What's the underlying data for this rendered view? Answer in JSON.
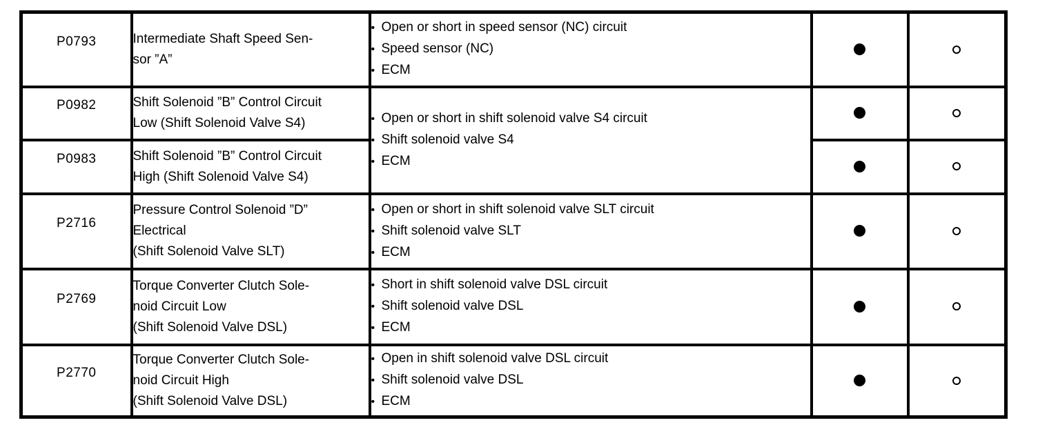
{
  "page": {
    "background_color": "#ffffff",
    "border_color": "#000000"
  },
  "table": {
    "bullet_char": "•",
    "icons": {
      "filled_circle": "●",
      "open_circle": "○"
    },
    "rows": [
      {
        "code": "P0793",
        "description_lines": [
          "Intermediate Shaft Speed Sen-",
          "sor ”A”"
        ],
        "trouble_areas": [
          "Open or short in speed sensor (NC) circuit",
          "Speed sensor (NC)",
          "ECM"
        ],
        "indicator_left": "filled-circle",
        "indicator_right": "open-circle"
      },
      {
        "code": "P0982",
        "description_lines": [
          "Shift Solenoid ”B” Control Circuit",
          "Low (Shift Solenoid Valve S4)"
        ],
        "trouble_areas": [
          "Open or short in shift solenoid valve S4 circuit",
          "Shift solenoid valve S4",
          "ECM"
        ],
        "trouble_areas_shared_with_next_row": true,
        "indicator_left": "filled-circle",
        "indicator_right": "open-circle"
      },
      {
        "code": "P0983",
        "description_lines": [
          "Shift Solenoid ”B” Control Circuit",
          "High (Shift Solenoid Valve S4)"
        ],
        "indicator_left": "filled-circle",
        "indicator_right": "open-circle"
      },
      {
        "code": "P2716",
        "description_lines": [
          "Pressure Control Solenoid ”D”",
          "Electrical",
          "(Shift Solenoid Valve SLT)"
        ],
        "trouble_areas": [
          "Open or short in shift solenoid valve SLT circuit",
          "Shift solenoid valve SLT",
          "ECM"
        ],
        "indicator_left": "filled-circle",
        "indicator_right": "open-circle"
      },
      {
        "code": "P2769",
        "description_lines": [
          "Torque Converter Clutch Sole-",
          "noid Circuit Low",
          "(Shift Solenoid Valve DSL)"
        ],
        "trouble_areas": [
          "Short in shift solenoid valve DSL circuit",
          "Shift solenoid valve DSL",
          "ECM"
        ],
        "indicator_left": "filled-circle",
        "indicator_right": "open-circle"
      },
      {
        "code": "P2770",
        "description_lines": [
          "Torque Converter Clutch Sole-",
          "noid Circuit High",
          "(Shift Solenoid Valve DSL)"
        ],
        "trouble_areas": [
          "Open in shift solenoid valve DSL circuit",
          "Shift solenoid valve DSL",
          "ECM"
        ],
        "indicator_left": "filled-circle",
        "indicator_right": "open-circle"
      }
    ]
  }
}
